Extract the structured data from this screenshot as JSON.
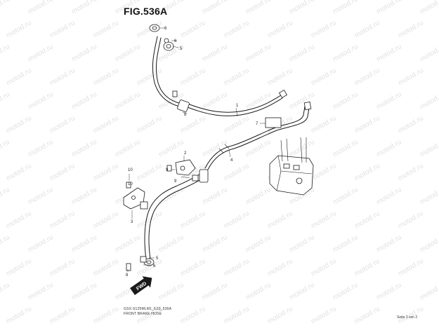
{
  "figure": {
    "title": "FIG.536A",
    "code": "GSX-S125MLM1_E03_536A",
    "caption": "FRONT BRAKE HOSE"
  },
  "page_info": "Seite 1 von 2",
  "watermark": "motod.ru",
  "direction_marker": "FWD",
  "callouts": [
    "6",
    "6",
    "5",
    "8",
    "1",
    "7",
    "4",
    "2",
    "10",
    "9",
    "9",
    "10",
    "3",
    "5",
    "6",
    "8"
  ]
}
